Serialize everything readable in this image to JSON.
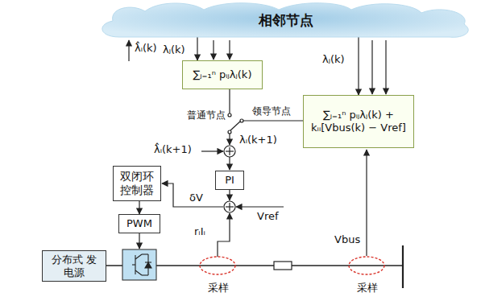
{
  "diagram": {
    "nodes": [
      {
        "text": [
          "相邻节点"
        ]
      },
      {
        "text": [
          "∑ⱼ₌₁ⁿ pᵢⱼλⱼ(k)"
        ]
      },
      {
        "text": [
          "∑ⱼ₌₁ⁿ pᵢⱼλⱼ(k) + kᵢᵢ[Vbus(k) − Vref]"
        ]
      },
      {
        "text": [
          "PI"
        ]
      },
      {
        "text": [
          "双闭环控制器"
        ]
      },
      {
        "text": [
          "PWM"
        ]
      },
      {
        "text": [
          "分布式 发电源"
        ]
      }
    ],
    "edges": [
      {
        "from": 0,
        "to": 1,
        "arrow": "to"
      },
      {
        "from": 0,
        "to": 2,
        "arrow": "to"
      },
      {
        "from": 4,
        "to": 5,
        "arrow": "to"
      }
    ],
    "labels": [
      "λ̂ᵢ(k)",
      "λⱼ(k)",
      "λⱼ(k)",
      "普通节点",
      "领导节点",
      "λᵢ(k+1)",
      "λ̂ᵢ(k+1)",
      "δV",
      "rᵢIᵢ",
      "Vref",
      "Vbus",
      "采样",
      "采样"
    ]
  }
}
